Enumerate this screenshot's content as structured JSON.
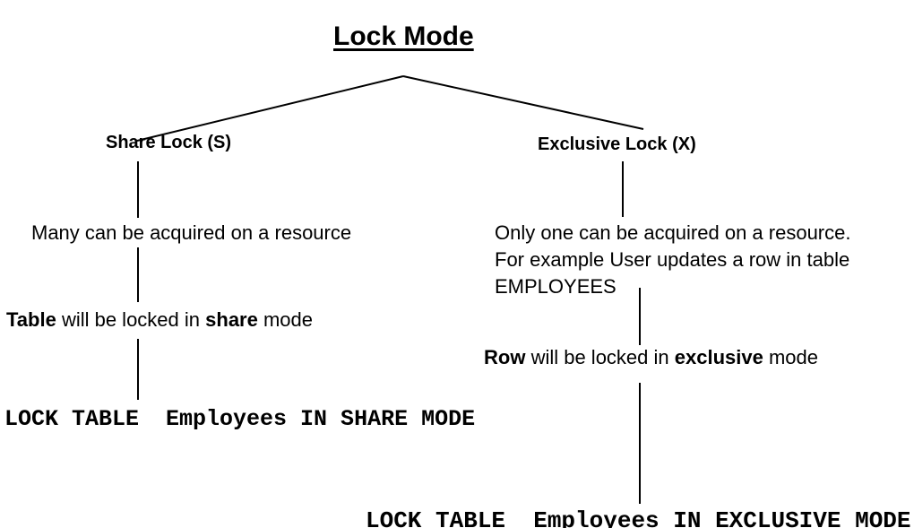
{
  "diagram": {
    "title": "Lock Mode",
    "share": {
      "label": "Share Lock (S)",
      "description": "Many can be acquired on a resource",
      "rule_segments": [
        {
          "text": "Table",
          "bold": true
        },
        {
          "text": " will be locked in ",
          "bold": false
        },
        {
          "text": "share",
          "bold": true
        },
        {
          "text": " mode",
          "bold": false
        }
      ],
      "sql": "LOCK TABLE  Employees IN SHARE MODE"
    },
    "exclusive": {
      "label": "Exclusive Lock (X)",
      "description": "Only one can be acquired on a resource.\nFor example User updates a row in table\nEMPLOYEES",
      "rule_segments": [
        {
          "text": "Row",
          "bold": true
        },
        {
          "text": " will be locked in ",
          "bold": false
        },
        {
          "text": "exclusive",
          "bold": true
        },
        {
          "text": " mode",
          "bold": false
        }
      ],
      "sql": "LOCK TABLE  Employees IN EXCLUSIVE MODE"
    },
    "colors": {
      "ink": "#000000",
      "background": "#ffffff"
    }
  }
}
